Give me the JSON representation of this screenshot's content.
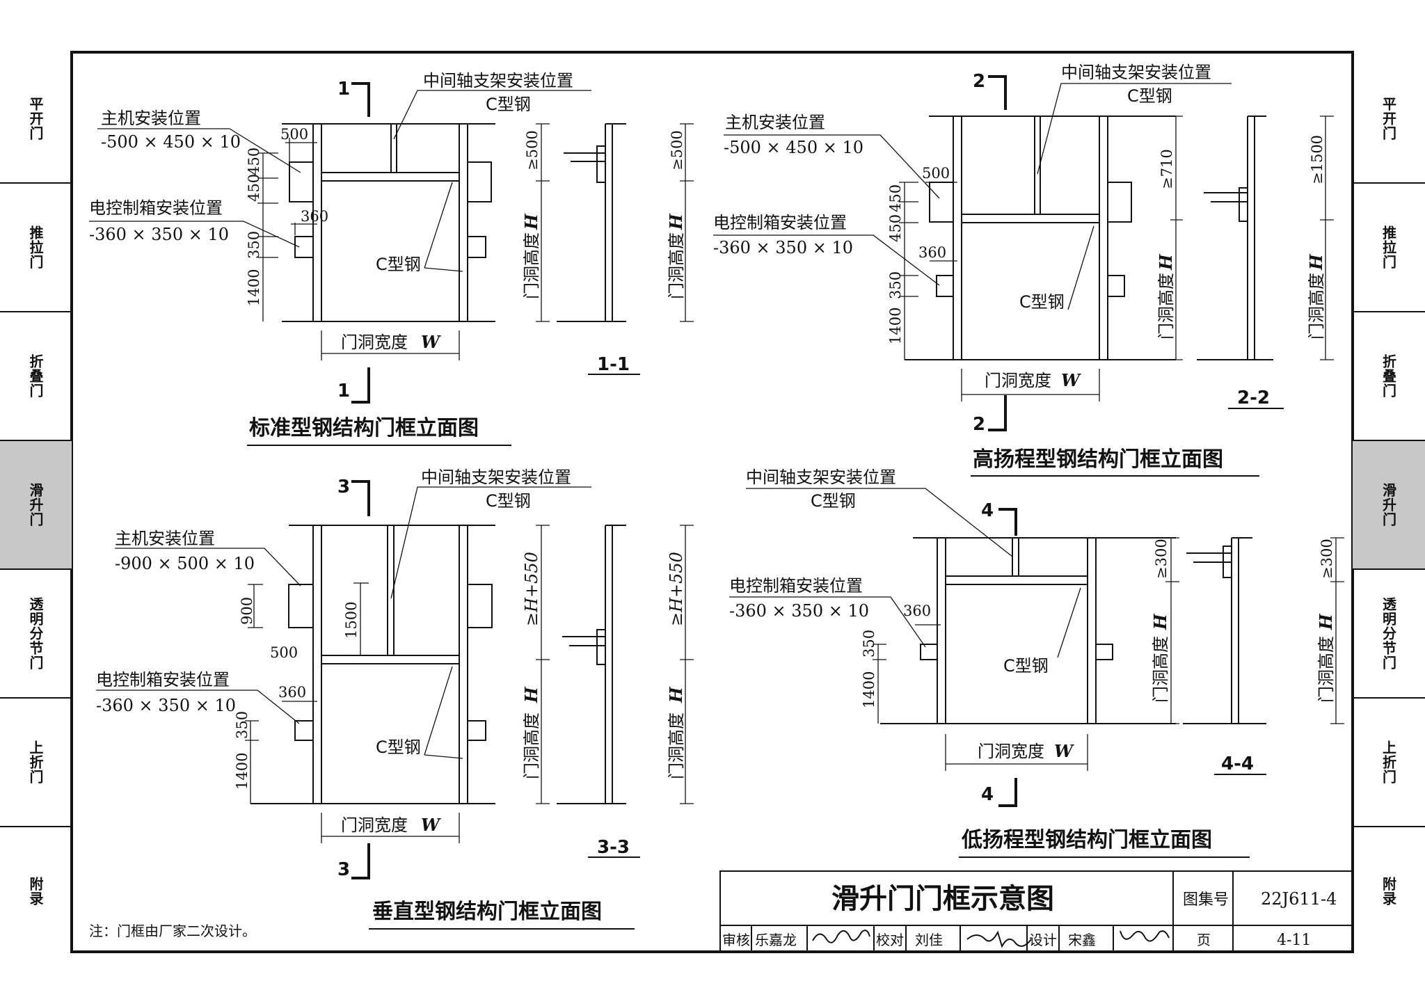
{
  "side_tabs_left": [
    "平开门",
    "推拉门",
    "折叠门",
    "滑升门",
    "透明分节门",
    "上折门",
    "附录"
  ],
  "side_tabs_right": [
    "平开门",
    "推拉门",
    "折叠门",
    "滑升门",
    "透明分节门",
    "上折门",
    "附录"
  ],
  "active_tab": "滑升门",
  "colors": {
    "active_tab_bg": "#c8c8c8",
    "line": "#111111",
    "paper": "#ffffff"
  },
  "common": {
    "c_steel": "C型钢",
    "mid_bracket": "中间轴支架安装位置",
    "host_pos": "主机安装位置",
    "ctrl_pos": "电控制箱安装位置",
    "ctrl_size": "-360 × 350 × 10",
    "door_width": "门洞宽度",
    "door_height": "门洞高度",
    "w": "W",
    "h": "H"
  },
  "fig1": {
    "title": "标准型钢结构门框立面图",
    "host_size": "-500 × 450 × 10",
    "section": "1-1",
    "cut_mark": "1",
    "dims": {
      "d500": "500",
      "d450a": "450",
      "d450b": "450",
      "d360": "360",
      "d350": "350",
      "d1400": "1400",
      "ge500a": "≥500",
      "ge500b": "≥500"
    }
  },
  "fig2": {
    "title": "高扬程型钢结构门框立面图",
    "host_size": "-500 × 450 × 10",
    "section": "2-2",
    "cut_mark": "2",
    "dims": {
      "d500": "500",
      "d450a": "450",
      "d450b": "450",
      "d360": "360",
      "d350": "350",
      "d1400": "1400",
      "ge710": "≥710",
      "ge1500": "≥1500"
    }
  },
  "fig3": {
    "title": "垂直型钢结构门框立面图",
    "host_size": "-900 × 500 × 10",
    "section": "3-3",
    "cut_mark": "3",
    "dims": {
      "d900": "900",
      "d1500": "1500",
      "d500": "500",
      "d360": "360",
      "d350": "350",
      "d1400": "1400",
      "geH550a": "≥H+550",
      "geH550b": "≥H+550"
    }
  },
  "fig4": {
    "title": "低扬程型钢结构门框立面图",
    "section": "4-4",
    "cut_mark": "4",
    "dims": {
      "d360": "360",
      "d350": "350",
      "d1400": "1400",
      "ge300a": "≥300",
      "ge300b": "≥300"
    }
  },
  "note": "注：门框由厂家二次设计。",
  "title_block": {
    "drawing_title": "滑升门门框示意图",
    "atlas_label": "图集号",
    "atlas_no": "22J611-4",
    "review_label": "审核",
    "reviewer": "乐嘉龙",
    "check_label": "校对",
    "checker": "刘佳",
    "design_label": "设计",
    "designer": "宋鑫",
    "page_label": "页",
    "page_no": "4-11"
  }
}
